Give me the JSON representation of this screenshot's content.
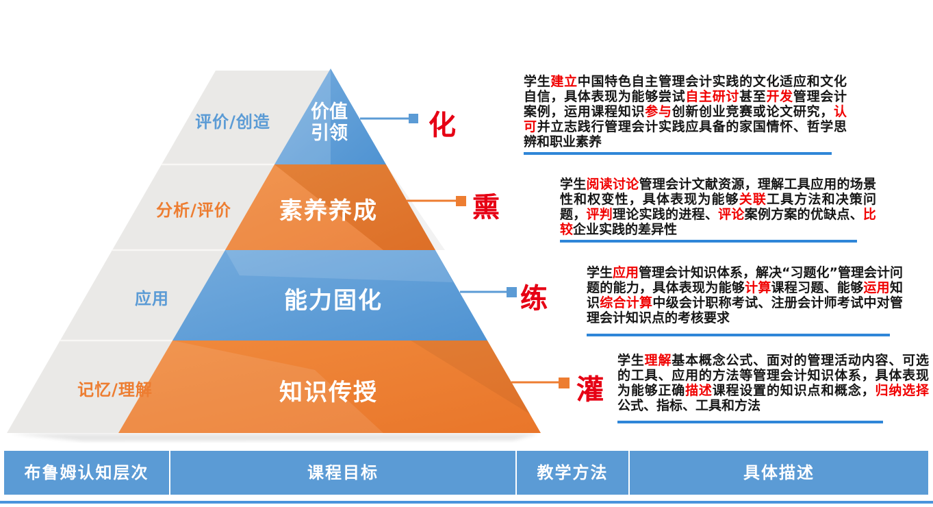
{
  "palette": {
    "band_blue": "#5b9bd5",
    "band_orange": "#ed7d31",
    "gray_face": "#eae9e7",
    "keyword_red": "#f00000",
    "method_red": "#e60014",
    "underline_blue": "#2f86d8",
    "table_blue": "#5b9bd5"
  },
  "pyramid": {
    "levels": [
      {
        "bloom": "评价/创造",
        "goal": "价值引领",
        "method": "化",
        "color": "blue"
      },
      {
        "bloom": "分析/评价",
        "goal": "素养养成",
        "method": "熏",
        "color": "orange"
      },
      {
        "bloom": "应用",
        "goal": "能力固化",
        "method": "练",
        "color": "blue"
      },
      {
        "bloom": "记忆/理解",
        "goal": "知识传授",
        "method": "灌",
        "color": "orange"
      }
    ]
  },
  "descriptions": [
    {
      "segments": [
        {
          "t": "学生",
          "red": false
        },
        {
          "t": "建立",
          "red": true
        },
        {
          "t": "中国特色自主管理会计实践的文化适应和文化自信，具体表现为能够尝试",
          "red": false
        },
        {
          "t": "自主研讨",
          "red": true
        },
        {
          "t": "甚至",
          "red": false
        },
        {
          "t": "开发",
          "red": true
        },
        {
          "t": "管理会计案例，运用课程知识",
          "red": false
        },
        {
          "t": "参与",
          "red": true
        },
        {
          "t": "创新创业竞赛或论文研究，",
          "red": false
        },
        {
          "t": "认可",
          "red": true
        },
        {
          "t": "并立志践行管理会计实践应具备的家国情怀、哲学思辨和职业素养",
          "red": false
        }
      ]
    },
    {
      "segments": [
        {
          "t": "学生",
          "red": false
        },
        {
          "t": "阅读讨论",
          "red": true
        },
        {
          "t": "管理会计文献资源，理解工具应用的场景性和权变性，具体表现为能够",
          "red": false
        },
        {
          "t": "关联",
          "red": true
        },
        {
          "t": "工具方法和决策问题，",
          "red": false
        },
        {
          "t": "评判",
          "red": true
        },
        {
          "t": "理论实践的进程、",
          "red": false
        },
        {
          "t": "评论",
          "red": true
        },
        {
          "t": "案例方案的优缺点、",
          "red": false
        },
        {
          "t": "比较",
          "red": true
        },
        {
          "t": "企业实践的差异性",
          "red": false
        }
      ]
    },
    {
      "segments": [
        {
          "t": "学生",
          "red": false
        },
        {
          "t": "应用",
          "red": true
        },
        {
          "t": "管理会计知识体系，解决“习题化”管理会计问题的能力，具体表现为能够",
          "red": false
        },
        {
          "t": "计算",
          "red": true
        },
        {
          "t": "课程习题、能够",
          "red": false
        },
        {
          "t": "运用",
          "red": true
        },
        {
          "t": "知识",
          "red": false
        },
        {
          "t": "综合计算",
          "red": true
        },
        {
          "t": "中级会计职称考试、注册会计师考试中对管理会计知识点的考核要求",
          "red": false
        }
      ]
    },
    {
      "segments": [
        {
          "t": "学生",
          "red": false
        },
        {
          "t": "理解",
          "red": true
        },
        {
          "t": "基本概念公式、面对的管理活动内容、可选的工具、应用的方法等管理会计知识体系，具体表现为能够正确",
          "red": false
        },
        {
          "t": "描述",
          "red": true
        },
        {
          "t": "课程设置的知识点和概念，",
          "red": false
        },
        {
          "t": "归纳选择",
          "red": true
        },
        {
          "t": "公式、指标、工具和方法",
          "red": false
        }
      ]
    }
  ],
  "table": {
    "headers": [
      "布鲁姆认知层次",
      "课程目标",
      "教学方法",
      "具体描述"
    ]
  }
}
